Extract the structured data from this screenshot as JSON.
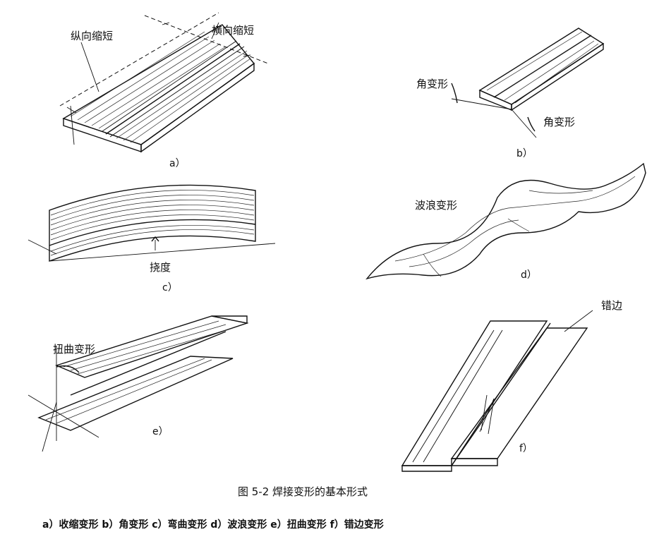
{
  "panels": {
    "a": {
      "sub": "a）",
      "label_long": "纵向缩短",
      "label_trans": "横向缩短"
    },
    "b": {
      "sub": "b）",
      "label_top": "角变形",
      "label_bottom": "角变形"
    },
    "c": {
      "sub": "c）",
      "label": "挠度"
    },
    "d": {
      "sub": "d）",
      "label": "波浪变形"
    },
    "e": {
      "sub": "e）",
      "label": "扭曲变形"
    },
    "f": {
      "sub": "f）",
      "label": "错边"
    }
  },
  "caption": {
    "title": "图 5-2  焊接变形的基本形式",
    "legend": "a）收缩变形  b）角变形  c）弯曲变形  d）波浪变形  e）扭曲变形  f）错边变形"
  }
}
